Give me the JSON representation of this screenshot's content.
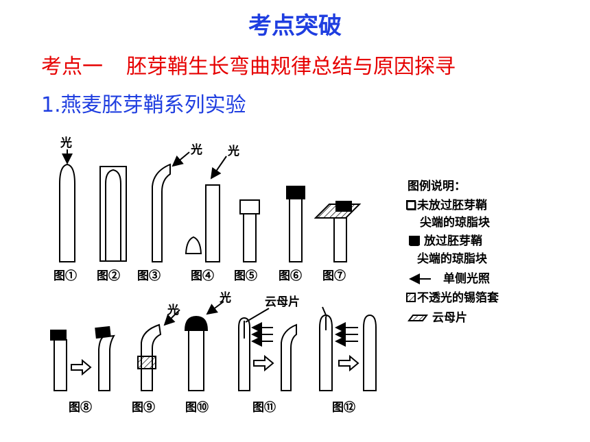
{
  "title": "考点突破",
  "section": {
    "label": "考点一",
    "text": "胚芽鞘生长弯曲规律总结与原因探寻"
  },
  "subsection": "1.燕麦胚芽鞘系列实验",
  "figure": {
    "light_label": "光",
    "mica_label": "云母片",
    "captions": [
      "图①",
      "图②",
      "图③",
      "图④",
      "图⑤",
      "图⑥",
      "图⑦",
      "图⑧",
      "图⑨",
      "图⑩",
      "图⑪",
      "图⑫"
    ],
    "legend": {
      "title": "图例说明：",
      "item1_line1": "□未放过胚芽鞘",
      "item1_line2": "尖端的琼脂块",
      "item2_line1": "■ 放过胚芽鞘",
      "item2_line2": "尖端的琼脂块",
      "item3": "单侧光照",
      "item4": "不透光的锡箔套",
      "item5": "云母片"
    }
  }
}
